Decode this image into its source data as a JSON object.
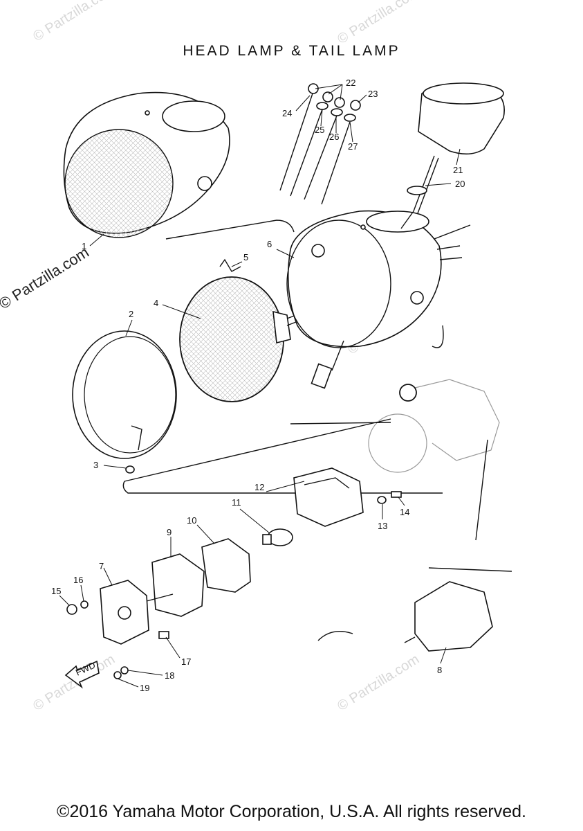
{
  "diagram": {
    "title": "HEAD LAMP & TAIL LAMP",
    "watermark_text": "© Partzilla.com",
    "fwd_label": "FWD",
    "footer": "©2016 Yamaha Motor Corporation, U.S.A. All rights reserved.",
    "part_numbers": [
      "1",
      "2",
      "3",
      "4",
      "5",
      "6",
      "7",
      "8",
      "9",
      "10",
      "11",
      "12",
      "13",
      "14",
      "15",
      "16",
      "17",
      "18",
      "19",
      "20",
      "21",
      "22",
      "23",
      "24",
      "25",
      "26",
      "27"
    ]
  }
}
